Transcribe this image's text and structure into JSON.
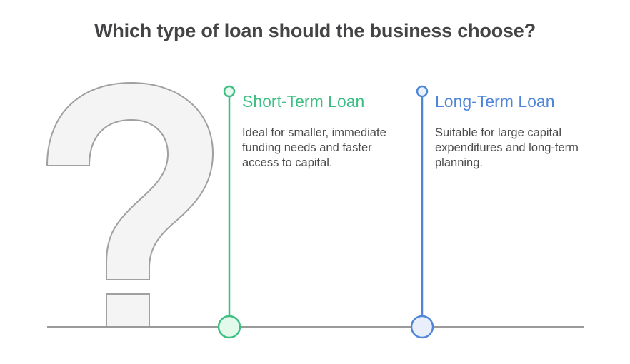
{
  "title": "Which type of loan should the business choose?",
  "colors": {
    "short_term": "#3dbf84",
    "long_term": "#4f86d8",
    "baseline": "#9a9a9a",
    "question_fill": "#f4f4f4",
    "question_stroke": "#a0a0a0"
  },
  "icon": "question-mark-icon",
  "options": [
    {
      "heading": "Short-Term Loan",
      "description": "Ideal for smaller, immediate funding needs and faster access to capital."
    },
    {
      "heading": "Long-Term Loan",
      "description": "Suitable for large capital expenditures and long-term planning."
    }
  ]
}
